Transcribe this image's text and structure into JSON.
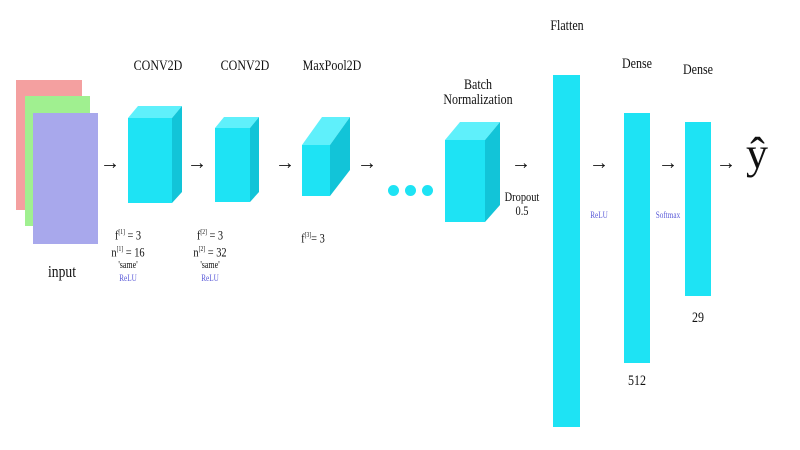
{
  "colors": {
    "layer": "#1ee3f4",
    "layer_side": "#12c4d8",
    "layer_top": "#5ff0fb",
    "input_r": "#f4a0a0",
    "input_g": "#a0f090",
    "input_b": "#a8a8ec",
    "activation": "#5a5ad8"
  },
  "input": {
    "label": "input"
  },
  "layers": [
    {
      "title": "CONV2D",
      "f": "f",
      "f_sup": "[1]",
      "f_val": "= 3",
      "n": "n",
      "n_sup": "[1]",
      "n_val": "= 16",
      "padding": "'same'",
      "activation": "ReLU"
    },
    {
      "title": "CONV2D",
      "f": "f",
      "f_sup": "[2]",
      "f_val": "= 3",
      "n": "n",
      "n_sup": "[2]",
      "n_val": "= 32",
      "padding": "'same'",
      "activation": "ReLU"
    },
    {
      "title": "MaxPool2D",
      "f": "f",
      "f_sup": "[3]",
      "f_val": "= 3"
    },
    {
      "title_line1": "Batch",
      "title_line2": "Normalization",
      "dropout": "Dropout",
      "dropout_rate": "0.5"
    },
    {
      "title": "Flatten",
      "activation": "ReLU"
    },
    {
      "title": "Dense",
      "units": "512",
      "activation": "Softmax"
    },
    {
      "title": "Dense",
      "units": "29"
    }
  ],
  "output": {
    "label": "ŷ"
  },
  "arrow": "→"
}
